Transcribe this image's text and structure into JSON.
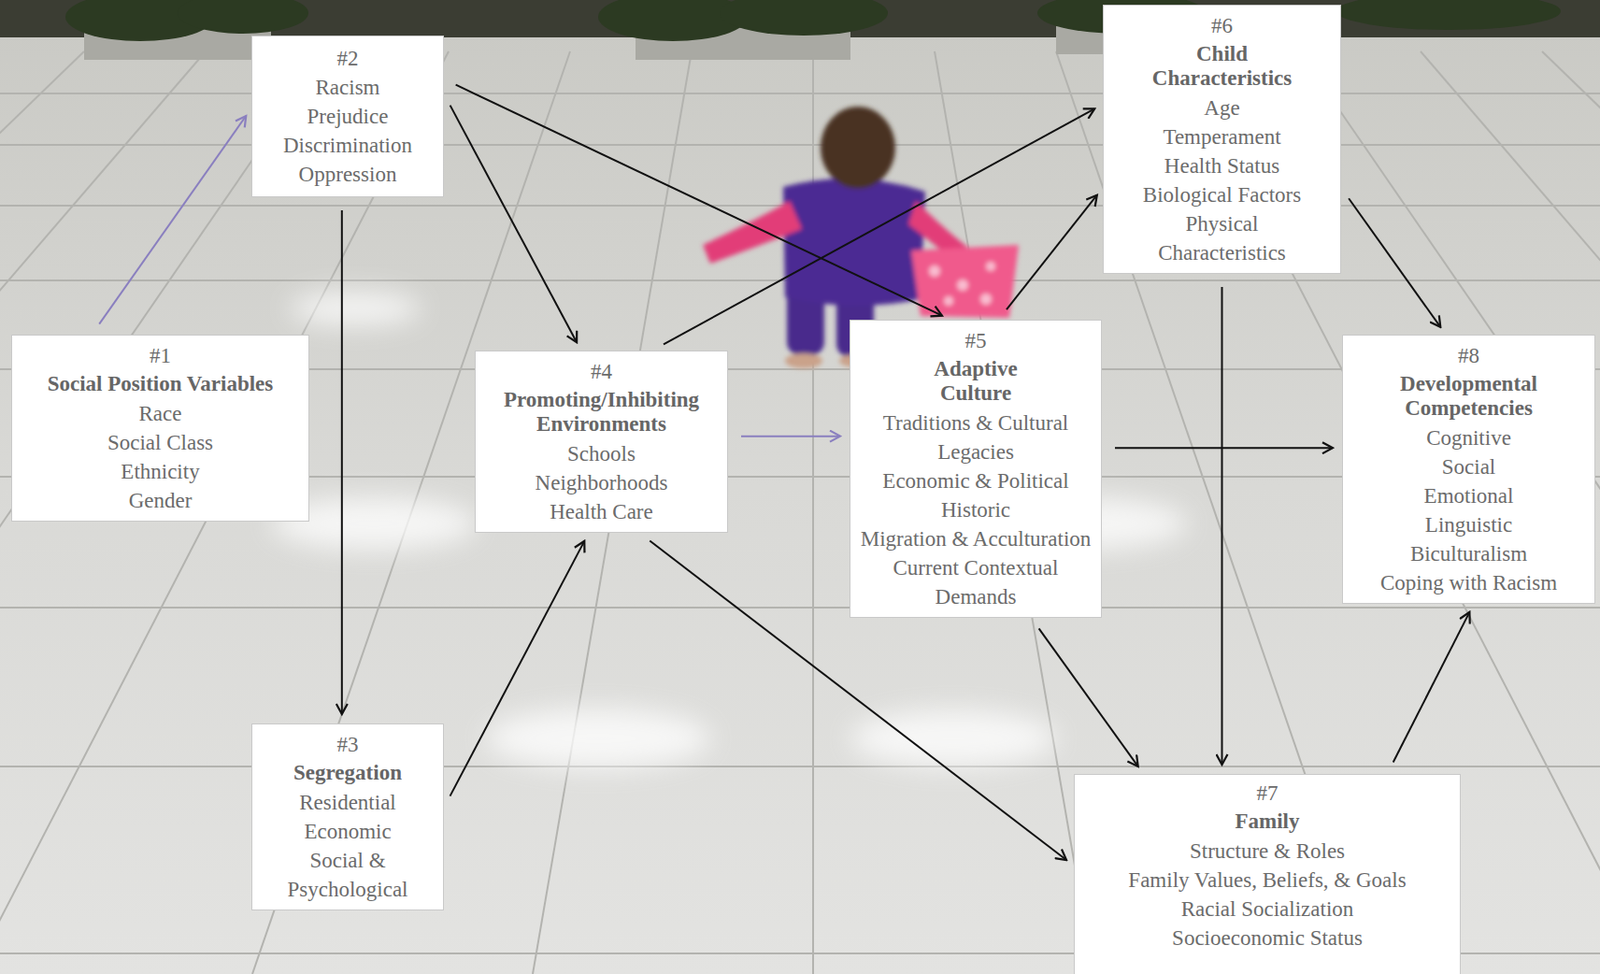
{
  "diagram": {
    "nodes": [
      {
        "text": [
          "#1",
          "Social Position Variables",
          "Race",
          "Social Class",
          "Ethnicity",
          "Gender"
        ]
      },
      {
        "text": [
          "#2",
          "Racism",
          "Prejudice",
          "Discrimination",
          "Oppression"
        ]
      },
      {
        "text": [
          "#3",
          "Segregation",
          "Residential",
          "Economic",
          "Social & Psychological"
        ]
      },
      {
        "text": [
          "#4",
          "Promoting/Inhibiting Environments",
          "Schools",
          "Neighborhoods",
          "Health Care"
        ]
      },
      {
        "text": [
          "#5",
          "Adaptive Culture",
          "Traditions & Cultural Legacies",
          "Economic & Political Historic",
          "Migration & Acculturation",
          "Current Contextual Demands"
        ]
      },
      {
        "text": [
          "#6",
          "Child Characteristics",
          "Age",
          "Temperament",
          "Health Status",
          "Biological Factors",
          "Physical Characteristics"
        ]
      },
      {
        "text": [
          "#7",
          "Family",
          "Structure & Roles",
          "Family Values, Beliefs, & Goals",
          "Racial Socialization",
          "Socioeconomic Status"
        ]
      },
      {
        "text": [
          "#8",
          "Developmental Competencies",
          "Cognitive",
          "Social",
          "Emotional",
          "Linguistic",
          "Biculturalism",
          "Coping with Racism"
        ]
      }
    ],
    "edges": [
      {
        "from": 0,
        "to": 1,
        "arrow": "to"
      },
      {
        "from": 1,
        "to": 3,
        "arrow": "to"
      },
      {
        "from": 1,
        "to": 4,
        "arrow": "to"
      },
      {
        "from": 1,
        "to": 2,
        "arrow": "to"
      },
      {
        "from": 2,
        "to": 3,
        "arrow": "to"
      },
      {
        "from": 3,
        "to": 4,
        "arrow": "to"
      },
      {
        "from": 3,
        "to": 5,
        "arrow": "to"
      },
      {
        "from": 3,
        "to": 6,
        "arrow": "to"
      },
      {
        "from": 4,
        "to": 5,
        "arrow": "to"
      },
      {
        "from": 4,
        "to": 7,
        "arrow": "to"
      },
      {
        "from": 4,
        "to": 6,
        "arrow": "to"
      },
      {
        "from": 5,
        "to": 7,
        "arrow": "to"
      },
      {
        "from": 5,
        "to": 6,
        "arrow": "to"
      },
      {
        "from": 6,
        "to": 7,
        "arrow": "to"
      }
    ]
  }
}
